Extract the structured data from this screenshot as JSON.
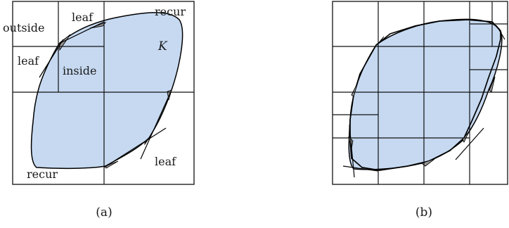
{
  "panel_a": {
    "labels": {
      "outside": "outside",
      "leaf_top": "leaf",
      "recur_top": "recur",
      "leaf_left": "leaf",
      "inside": "inside",
      "set_name": "K",
      "leaf_bottom_right": "leaf",
      "recur_bottom": "recur"
    },
    "caption": "(a)"
  },
  "panel_b": {
    "caption": "(b)"
  },
  "colors": {
    "region_fill": "#c6d9f1",
    "sliver_fill": "#9b9b9b",
    "stroke": "#000000"
  }
}
